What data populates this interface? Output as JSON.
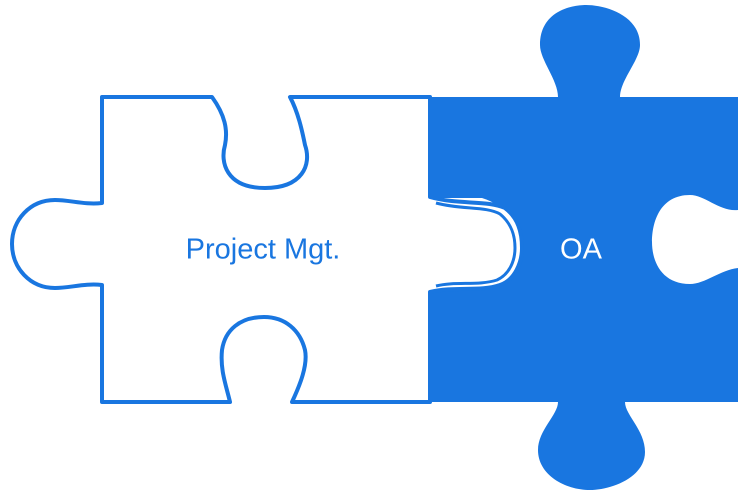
{
  "diagram": {
    "pieces": [
      {
        "id": "left",
        "label": "Project Mgt.",
        "style": "outline"
      },
      {
        "id": "right",
        "label": "OA",
        "style": "filled"
      }
    ],
    "colors": {
      "accent": "#1976E0",
      "background": "#FFFFFF",
      "filled_text": "#FFFFFF"
    }
  }
}
